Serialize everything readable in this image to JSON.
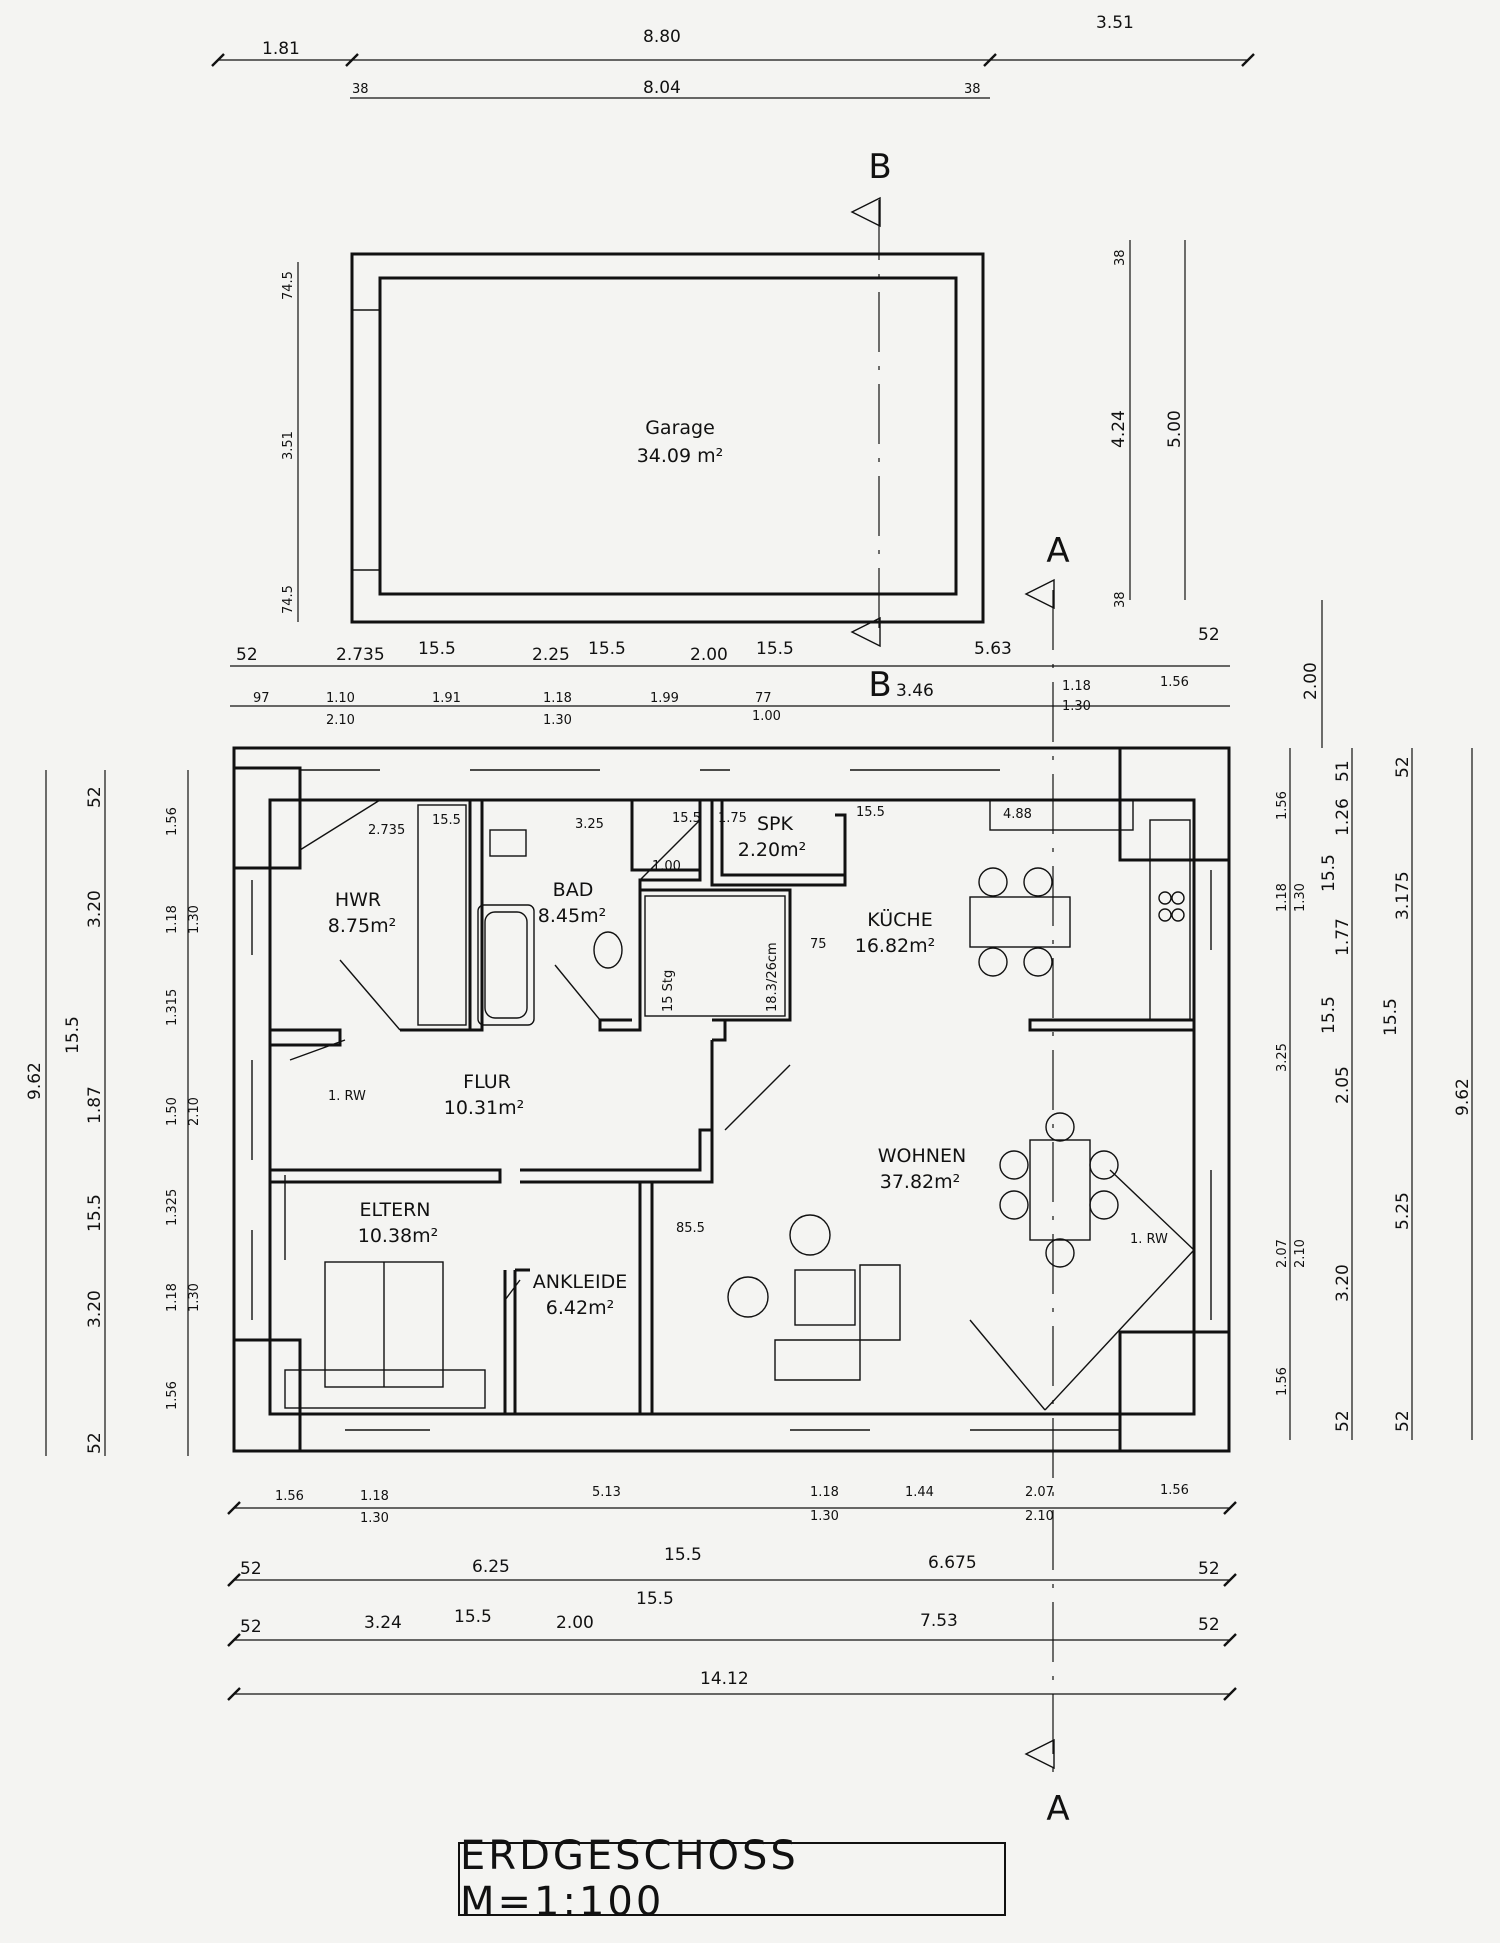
{
  "title": "ERDGESCHOSS  M=1:100",
  "rooms": {
    "garage": {
      "name": "Garage",
      "area": "34.09 m²"
    },
    "hwr": {
      "name": "HWR",
      "area": "8.75m²"
    },
    "bad": {
      "name": "BAD",
      "area": "8.45m²"
    },
    "spk": {
      "name": "SPK",
      "area": "2.20m²"
    },
    "kueche": {
      "name": "KÜCHE",
      "area": "16.82m²"
    },
    "flur": {
      "name": "FLUR",
      "area": "10.31m²"
    },
    "wohnen": {
      "name": "WOHNEN",
      "area": "37.82m²"
    },
    "eltern": {
      "name": "ELTERN",
      "area": "10.38m²"
    },
    "ankleide": {
      "name": "ANKLEIDE",
      "area": "6.42m²"
    }
  },
  "sections": {
    "a": "A",
    "b": "B"
  },
  "notes": {
    "rw_left": "1. RW",
    "rw_right": "1. RW",
    "stair_steps": "15 Stg",
    "stair_size": "18.3/26cm"
  },
  "dims": {
    "top_row1": [
      "1.81",
      "8.80",
      "3.51"
    ],
    "top_row2": [
      "38",
      "8.04",
      "38"
    ],
    "garage_left": [
      "74.5",
      "3.51",
      "74.5"
    ],
    "garage_right": [
      "38",
      "4.24",
      "5.00",
      "38"
    ],
    "row_a": [
      "52",
      "2.735",
      "15.5",
      "2.25",
      "15.5",
      "2.00",
      "15.5",
      "5.63",
      "52"
    ],
    "row_b": [
      "97",
      "1.10",
      "2.10",
      "1.91",
      "1.18",
      "1.30",
      "1.99",
      "77",
      "1.00",
      "3.46",
      "1.18",
      "1.30",
      "1.56"
    ],
    "side_right_gap": "2.00",
    "bottom_row1": [
      "1.56",
      "1.18",
      "1.30",
      "5.13",
      "1.18",
      "1.30",
      "1.44",
      "2.07",
      "2.10",
      "1.56"
    ],
    "bottom_row2": [
      "52",
      "6.25",
      "15.5",
      "6.675",
      "52"
    ],
    "bottom_row3": [
      "52",
      "3.24",
      "15.5",
      "2.00",
      "15.5",
      "7.53",
      "52"
    ],
    "bottom_total": "14.12",
    "left_outer": [
      "9.62"
    ],
    "left_mid": [
      "52",
      "3.20",
      "15.5",
      "1.87",
      "15.5",
      "3.20",
      "52"
    ],
    "left_inner": [
      "1.56",
      "1.18",
      "1.30",
      "1.315",
      "1.50",
      "2.10",
      "1.325",
      "1.18",
      "1.30",
      "1.56"
    ],
    "right_inner": [
      "1.56",
      "1.18",
      "1.30",
      "3.25",
      "2.07",
      "2.10",
      "1.56"
    ],
    "right_mid": [
      "51",
      "1.26",
      "15.5",
      "1.77",
      "15.5",
      "2.05",
      "3.20",
      "52"
    ],
    "right_mid2": [
      "52",
      "3.175",
      "15.5",
      "5.25",
      "52"
    ],
    "right_outer": "9.62",
    "interior": [
      "2.735",
      "15.5",
      "3.25",
      "15.5",
      "1.75",
      "15.5",
      "4.88",
      "1.00",
      "75",
      "85.5"
    ]
  }
}
